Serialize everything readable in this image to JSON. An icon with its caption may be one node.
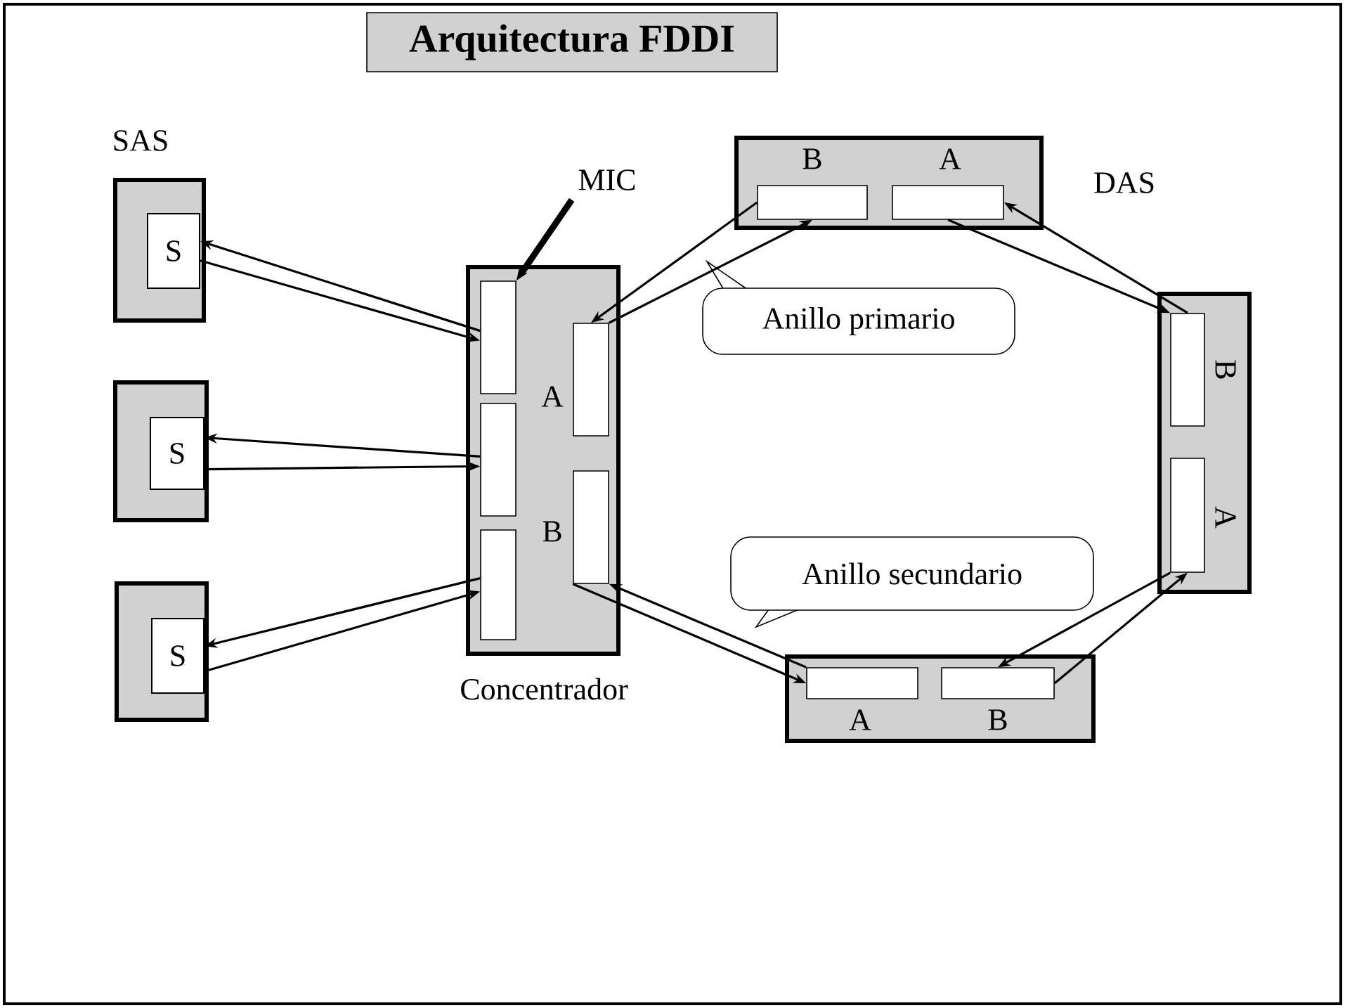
{
  "diagram": {
    "title": "Arquitectura FDDI",
    "nodes": [
      {
        "text": [],
        "shape": "box",
        "beside": [
          "SAS"
        ]
      },
      {
        "text": [
          "S"
        ],
        "in": 0
      },
      {
        "text": [],
        "shape": "box"
      },
      {
        "text": [
          "S"
        ],
        "in": 2
      },
      {
        "text": [],
        "shape": "box"
      },
      {
        "text": [
          "S"
        ],
        "in": 4
      },
      {
        "text": [
          "MIC"
        ]
      },
      {
        "text": [],
        "shape": "box",
        "beside": [
          "Concentrador"
        ]
      },
      {
        "text": [],
        "shape": "box",
        "in": 7
      },
      {
        "text": [],
        "shape": "box",
        "in": 7
      },
      {
        "text": [],
        "shape": "box",
        "in": 7
      },
      {
        "text": [],
        "shape": "box",
        "in": 7,
        "beside": [
          "A"
        ]
      },
      {
        "text": [],
        "shape": "box",
        "in": 7,
        "beside": [
          "B"
        ]
      },
      {
        "text": [],
        "shape": "box",
        "beside": [
          "DAS"
        ]
      },
      {
        "text": [],
        "shape": "box",
        "in": 13,
        "beside": [
          "B"
        ]
      },
      {
        "text": [],
        "shape": "box",
        "in": 13,
        "beside": [
          "A"
        ]
      },
      {
        "text": [
          "Anillo primario"
        ]
      },
      {
        "text": [],
        "shape": "box"
      },
      {
        "text": [],
        "shape": "box",
        "in": 17,
        "beside": [
          "B"
        ]
      },
      {
        "text": [],
        "shape": "box",
        "in": 17,
        "beside": [
          "A"
        ]
      },
      {
        "text": [
          "Anillo secundario"
        ]
      },
      {
        "text": [],
        "shape": "box"
      },
      {
        "text": [],
        "shape": "box",
        "in": 21,
        "beside": [
          "A"
        ]
      },
      {
        "text": [],
        "shape": "box",
        "in": 21,
        "beside": [
          "B"
        ]
      }
    ],
    "edges": [
      {
        "from": 8,
        "to": 1,
        "arrow": "to"
      },
      {
        "from": 1,
        "to": 8,
        "arrow": "to"
      },
      {
        "from": 9,
        "to": 3,
        "arrow": "to"
      },
      {
        "from": 3,
        "to": 9,
        "arrow": "to"
      },
      {
        "from": 10,
        "to": 5,
        "arrow": "to"
      },
      {
        "from": 5,
        "to": 10,
        "arrow": "to"
      },
      {
        "from": 6,
        "to": 8,
        "arrow": "to",
        "style": "thick"
      },
      {
        "from": 11,
        "to": 14,
        "arrow": "to"
      },
      {
        "from": 14,
        "to": 11,
        "arrow": "to"
      },
      {
        "from": 15,
        "to": 18,
        "arrow": "to"
      },
      {
        "from": 18,
        "to": 15,
        "arrow": "to"
      },
      {
        "from": 19,
        "to": 23,
        "arrow": "to"
      },
      {
        "from": 23,
        "to": 19,
        "arrow": "to"
      },
      {
        "from": 12,
        "to": 22,
        "arrow": "to"
      },
      {
        "from": 22,
        "to": 12,
        "arrow": "to"
      }
    ]
  }
}
